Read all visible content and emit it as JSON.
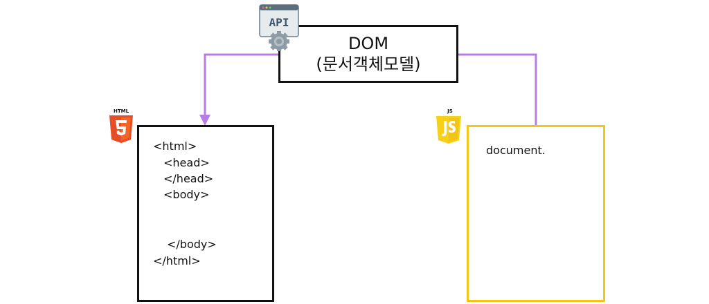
{
  "dom_box": {
    "title": "DOM",
    "subtitle": "(문서객체모델)"
  },
  "icons": {
    "api": {
      "name": "api-icon",
      "label": "API"
    },
    "html5": {
      "name": "html5-icon",
      "label": "HTML"
    },
    "js": {
      "name": "javascript-icon",
      "label": "JS"
    }
  },
  "html_box": {
    "lines": [
      "<html>",
      "<head>",
      "</head>",
      "<body>",
      "</body>",
      "</html>"
    ]
  },
  "js_box": {
    "text": "document."
  },
  "colors": {
    "connector": "#b57ee0",
    "js_border": "#f5c518",
    "html_border": "#111111",
    "html5_orange": "#e44d26",
    "js_yellow": "#f7d117"
  }
}
